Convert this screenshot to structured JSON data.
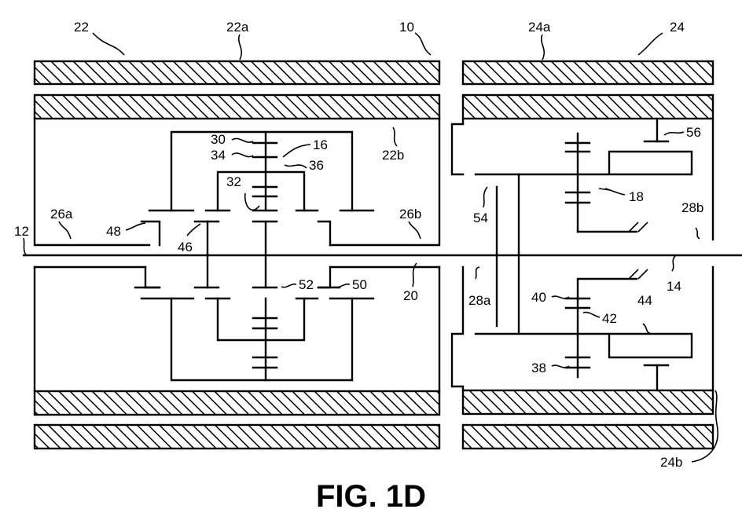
{
  "figure": {
    "caption": "FIG. 1D",
    "labels": {
      "l22": "22",
      "l22a": "22a",
      "l10": "10",
      "l24a": "24a",
      "l24": "24",
      "l30": "30",
      "l34": "34",
      "l16": "16",
      "l36": "36",
      "l22b": "22b",
      "l32": "32",
      "l26a": "26a",
      "l26b": "26b",
      "l48": "48",
      "l46": "46",
      "l12": "12",
      "l56": "56",
      "l18": "18",
      "l54": "54",
      "l28b": "28b",
      "l14": "14",
      "l52": "52",
      "l50": "50",
      "l20": "20",
      "l28a": "28a",
      "l40": "40",
      "l42": "42",
      "l44": "44",
      "l38": "38",
      "l24b": "24b"
    }
  }
}
